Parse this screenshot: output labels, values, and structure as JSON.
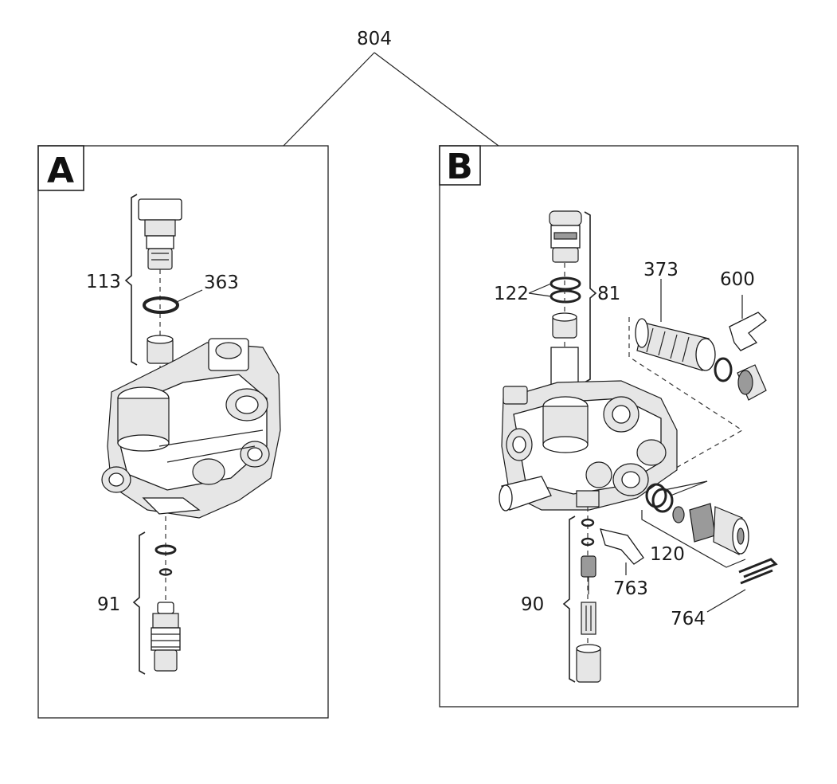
{
  "assembly_number": "804",
  "panels": [
    {
      "letter": "A",
      "callouts": [
        "113",
        "363",
        "91"
      ]
    },
    {
      "letter": "B",
      "callouts": [
        "122",
        "81",
        "373",
        "600",
        "120",
        "763",
        "90",
        "764"
      ]
    }
  ]
}
